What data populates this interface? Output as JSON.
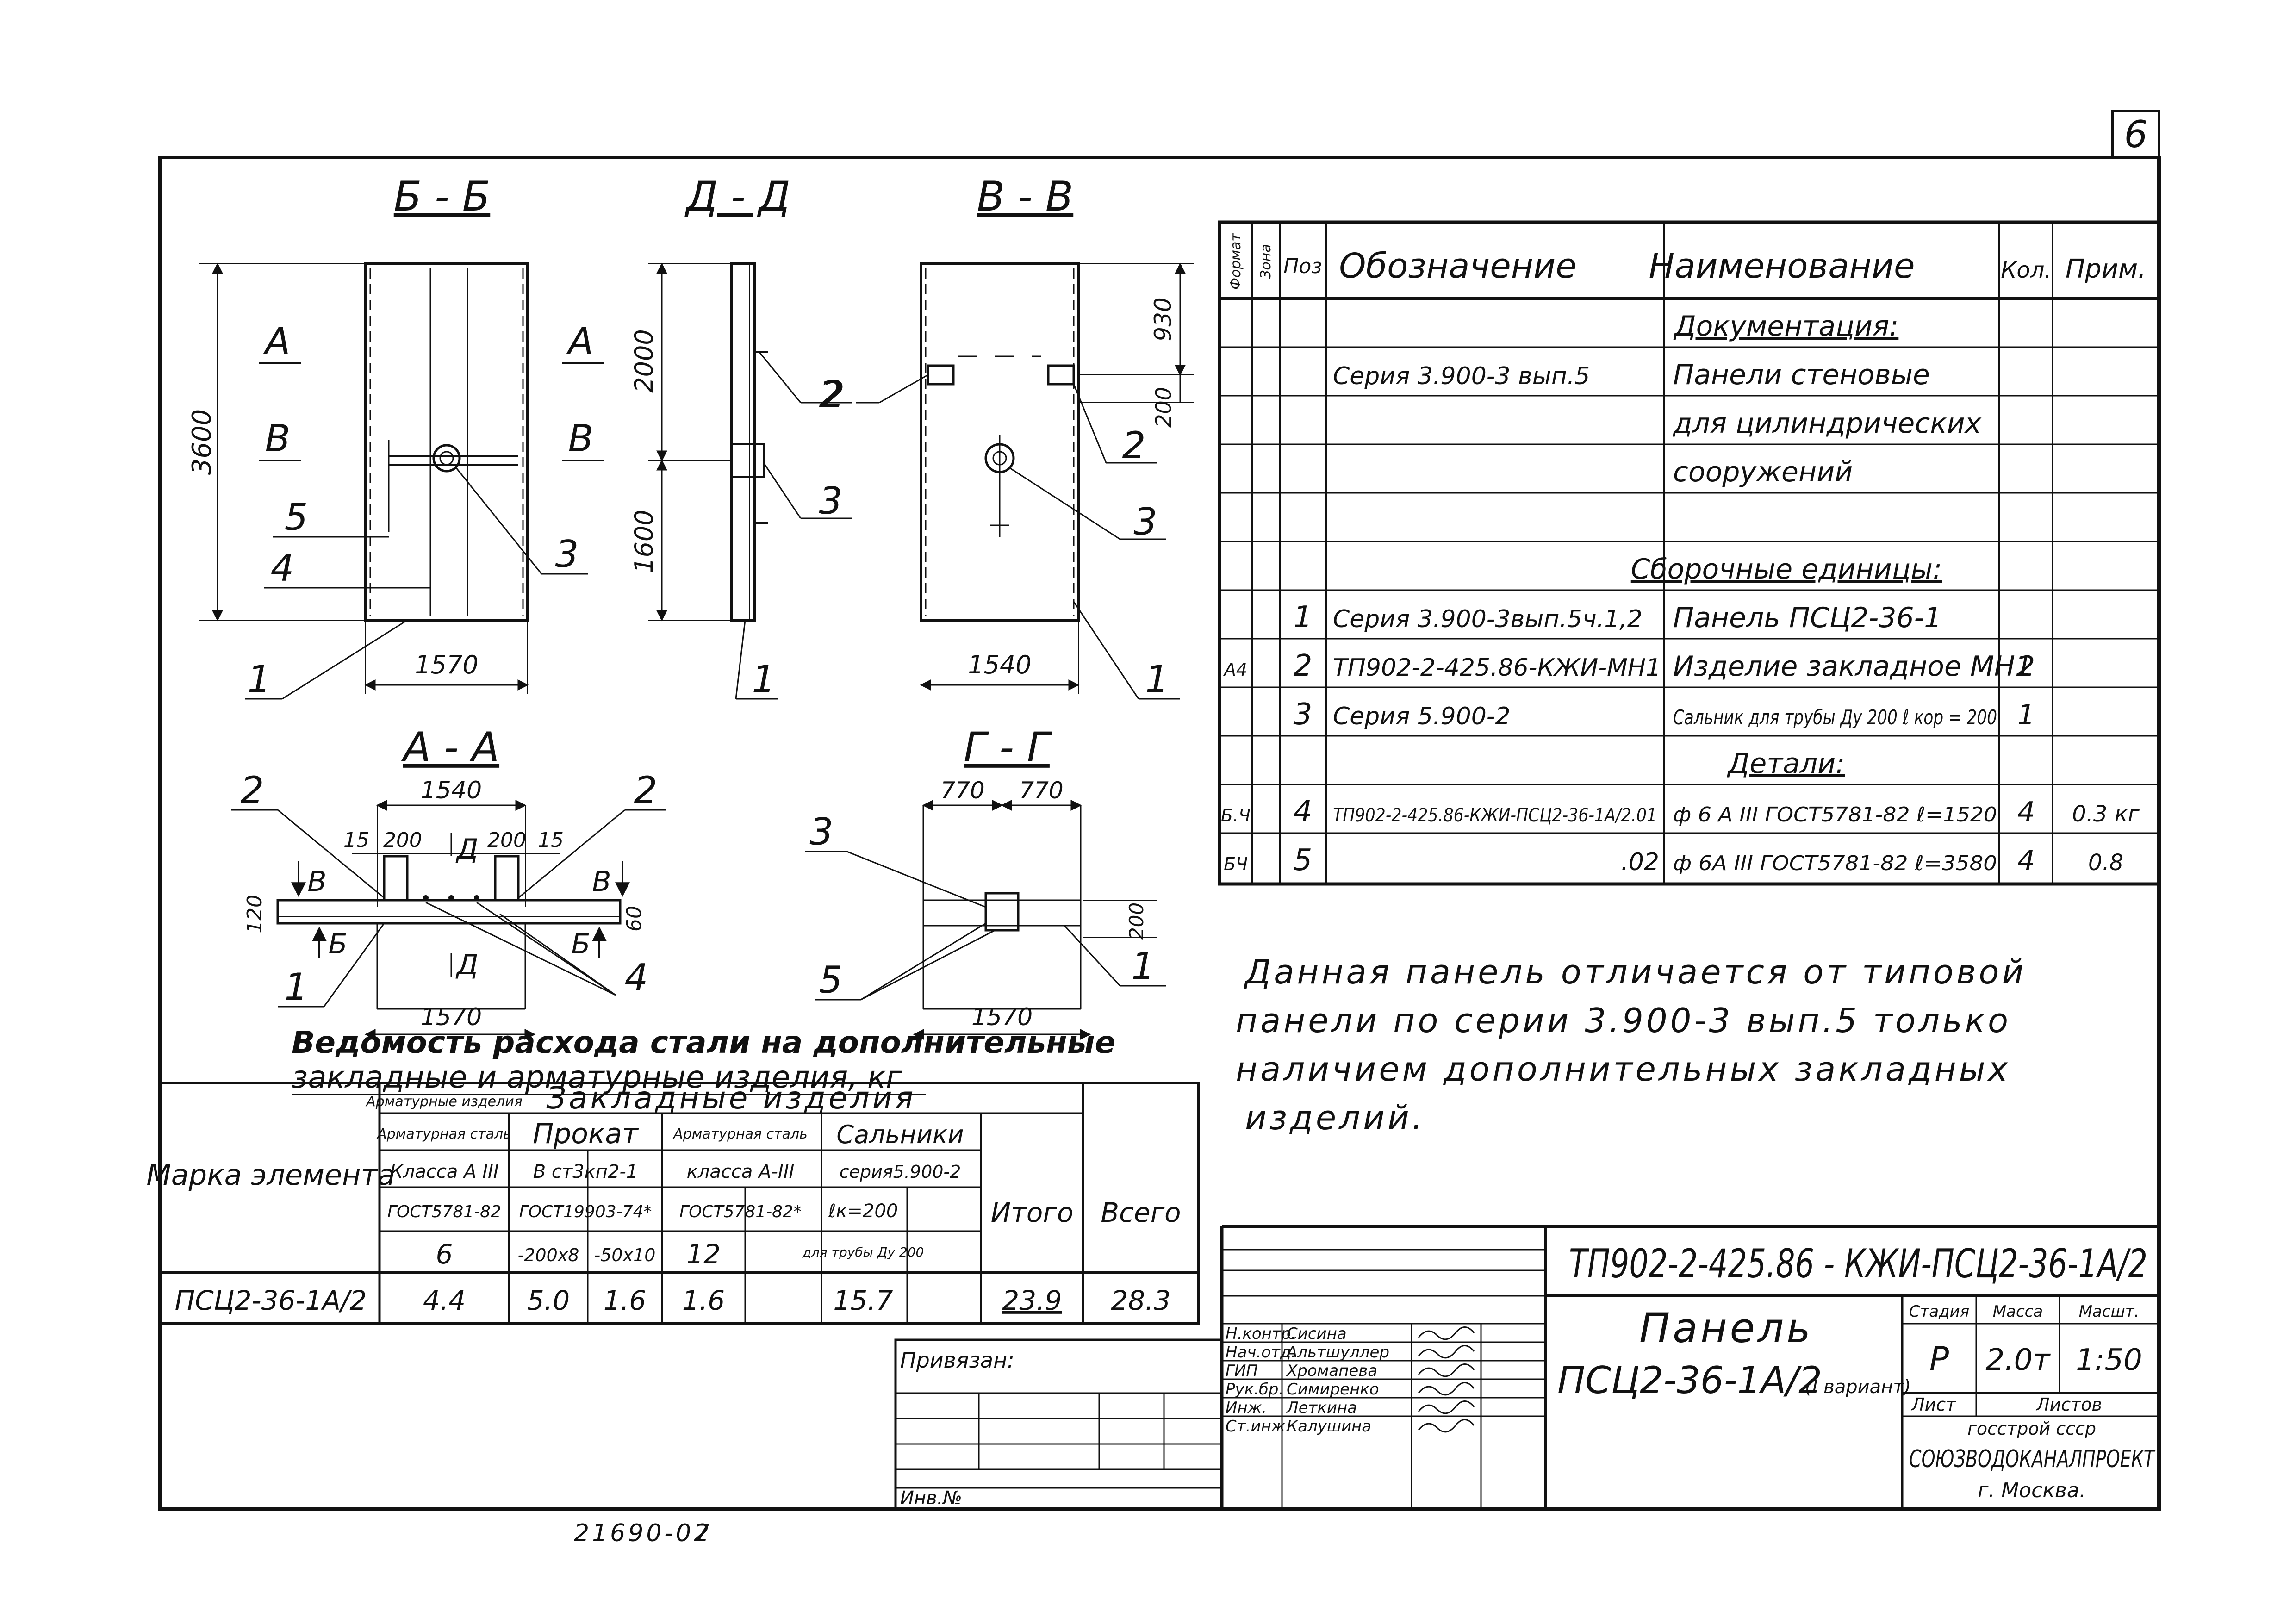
{
  "sheet_number": "6",
  "footer_number": "21690-02",
  "footer_page": "7",
  "views": {
    "bb": {
      "title": "Б - Б",
      "dim_height": "3600",
      "dim_width": "1570",
      "label_a": "А",
      "label_b": "В",
      "label_5": "5",
      "label_4": "4",
      "label_3": "3",
      "label_1": "1"
    },
    "dd": {
      "title": "Д - Д",
      "label_a": "А",
      "label_b": "В",
      "dim_top": "2000",
      "dim_bottom": "1600",
      "label_2": "2",
      "label_3": "3",
      "label_1": "1"
    },
    "vv": {
      "title": "В - В",
      "dim_930": "930",
      "dim_200": "200",
      "dim_width": "1540",
      "label_2": "2",
      "label_3": "3",
      "label_1": "1"
    },
    "aa": {
      "title": "А - А",
      "dim_top": "1540",
      "dim_bottom": "1570",
      "dim_15_left": "15",
      "dim_200_left": "200",
      "dim_200_right": "200",
      "dim_15_right": "15",
      "dim_120": "120",
      "dim_60": "60",
      "cut_d_top": "Д",
      "cut_d_bottom": "Д",
      "cut_v_left": "В",
      "cut_v_right": "В",
      "cut_b_left": "Б",
      "cut_b_right": "Б",
      "label_2_left": "2",
      "label_2_right": "2",
      "label_1": "1",
      "label_4": "4"
    },
    "gg": {
      "title": "Г - Г",
      "dim_left": "770",
      "dim_right": "770",
      "dim_bottom": "1570",
      "dim_200": "200",
      "label_3": "3",
      "label_5": "5",
      "label_1": "1"
    }
  },
  "spec": {
    "headers": {
      "format": "Формат",
      "zone": "Зона",
      "pos": "Поз",
      "designation": "Обозначение",
      "name": "Наименование",
      "qty": "Кол.",
      "note": "Прим."
    },
    "rows": [
      {
        "format": "",
        "pos": "",
        "designation": "",
        "name": "Документация:",
        "qty": "",
        "note": "",
        "heading": true
      },
      {
        "format": "",
        "pos": "",
        "designation": "Серия 3.900-3 вып.5",
        "name": "Панели стеновые",
        "qty": "",
        "note": ""
      },
      {
        "format": "",
        "pos": "",
        "designation": "",
        "name": "для цилиндрических",
        "qty": "",
        "note": ""
      },
      {
        "format": "",
        "pos": "",
        "designation": "",
        "name": "сооружений",
        "qty": "",
        "note": ""
      },
      {
        "format": "",
        "pos": "",
        "designation": "",
        "name": "",
        "qty": "",
        "note": ""
      },
      {
        "format": "",
        "pos": "",
        "designation": "",
        "name": "Сборочные единицы:",
        "qty": "",
        "note": "",
        "heading": true
      },
      {
        "format": "",
        "pos": "1",
        "designation": "Серия 3.900-3вып.5ч.1,2",
        "name": "Панель ПСЦ2-36-1",
        "qty": "",
        "note": ""
      },
      {
        "format": "А4",
        "pos": "2",
        "designation": "ТП902-2-425.86-КЖИ-МН1",
        "name": "Изделие закладное МН1",
        "qty": "2",
        "note": ""
      },
      {
        "format": "",
        "pos": "3",
        "designation": "Серия 5.900-2",
        "name": "Сальник для трубы Ду 200   ℓ кор = 200",
        "qty": "1",
        "note": ""
      },
      {
        "format": "",
        "pos": "",
        "designation": "",
        "name": "Детали:",
        "qty": "",
        "note": "",
        "heading": true
      },
      {
        "format": "Б.Ч",
        "pos": "4",
        "designation": "ТП902-2-425.86-КЖИ-ПСЦ2-36-1А/2.01",
        "name": "ф 6 А III ГОСТ5781-82 ℓ=1520",
        "qty": "4",
        "note": "0.3 кг"
      },
      {
        "format": "БЧ",
        "pos": "5",
        "designation": ".02",
        "name": "ф 6А III ГОСТ5781-82 ℓ=3580",
        "qty": "4",
        "note": "0.8"
      }
    ]
  },
  "note_text": [
    "Данная панель отличается от типовой",
    "панели по серии 3.900-3 вып.5 только",
    "наличием дополнительных закладных",
    "изделий."
  ],
  "steel": {
    "title_line1": "Ведомость расхода стали на дополнительные",
    "title_line2": "закладные и арматурные изделия, кг",
    "h_mark": "Марка элемента",
    "h_arm_izd": "Арматурные изделия",
    "h_zakl": "Закладные изделия",
    "h_arm_steel": "Арматурная сталь",
    "h_prokat": "Прокат",
    "h_arm_steel2": "Арматурная сталь",
    "h_salniki": "Сальники",
    "h_class1": "Класса А III",
    "h_vst": "В ст3кп2-1",
    "h_class2": "класса А-III",
    "h_seria": "серия5.900-2",
    "h_gost1": "ГОСТ5781-82",
    "h_gost2": "ГОСТ19903-74*",
    "h_gost3": "ГОСТ5781-82*",
    "h_lk": "ℓк=200",
    "h_d6": "6",
    "h_200x8": "-200х8",
    "h_50x10": "-50х10",
    "h_d12": "12",
    "h_du": "для трубы Ду 200",
    "h_itogo": "Итого",
    "h_vsego": "Всего",
    "row": {
      "mark": "ПСЦ2-36-1А/2",
      "arm6": "4.4",
      "p200": "5.0",
      "p50": "1.6",
      "a12": "1.6",
      "sal": "15.7",
      "itogo": "23.9",
      "vsego": "28.3"
    }
  },
  "title_block": {
    "code": "ТП902-2-425.86 - КЖИ-ПСЦ2-36-1А/2",
    "name_line1": "Панель",
    "name_line2": "ПСЦ2-36-1А/2",
    "variant": "(I вариант)",
    "stage_label": "Стадия",
    "mass_label": "Масса",
    "scale_label": "Масшт.",
    "stage": "Р",
    "mass": "2.0т",
    "scale": "1:50",
    "sheet_label": "Лист",
    "sheets_label": "Листов",
    "org_line1": "госстрой ссср",
    "org_line2": "СОЮЗВОДОКАНАЛПРОЕКТ",
    "org_line3": "г. Москва.",
    "privyazan": "Привязан:",
    "inv": "Инв.№",
    "signers": [
      {
        "role": "Н.контр.",
        "name": "Сисина"
      },
      {
        "role": "Нач.отд.",
        "name": "Альтшуллер"
      },
      {
        "role": "ГИП",
        "name": "Хромапева"
      },
      {
        "role": "Рук.бр.",
        "name": "Симиренко"
      },
      {
        "role": "Инж.",
        "name": "Леткина"
      },
      {
        "role": "Ст.инж.",
        "name": "Калушина"
      }
    ]
  }
}
